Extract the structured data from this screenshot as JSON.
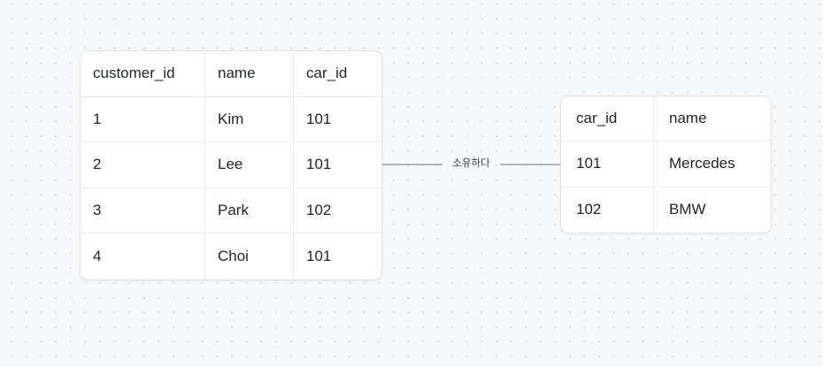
{
  "canvas": {
    "background_color": "#f8f9fa",
    "dot_color": "#d4d4d6"
  },
  "customer_table": {
    "columns": [
      "customer_id",
      "name",
      "car_id"
    ],
    "rows": [
      [
        "1",
        "Kim",
        "101"
      ],
      [
        "2",
        "Lee",
        "101"
      ],
      [
        "3",
        "Park",
        "102"
      ],
      [
        "4",
        "Choi",
        "101"
      ]
    ]
  },
  "car_table": {
    "columns": [
      "car_id",
      "name"
    ],
    "rows": [
      [
        "101",
        "Mercedes"
      ],
      [
        "102",
        "BMW"
      ]
    ]
  },
  "relation": {
    "label": "소유하다",
    "line_color": "#b5b6b8"
  },
  "text_color": "#242528"
}
